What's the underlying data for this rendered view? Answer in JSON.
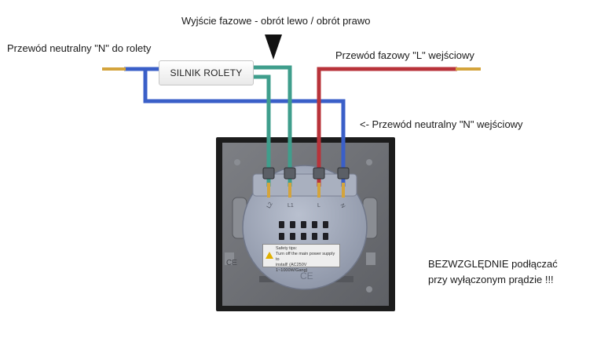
{
  "labels": {
    "phase_output": "Wyjście fazowe - obrót lewo / obrót prawo",
    "neutral_to_blind": "Przewód neutralny \"N\" do rolety",
    "phase_input": "Przewód fazowy \"L\" wejściowy",
    "neutral_input": "<- Przewód neutralny \"N\" wejściowy",
    "motor": "SILNIK ROLETY",
    "warning_line1": "BEZWZGLĘDNIE podłączać",
    "warning_line2": "przy wyłączonym prądzie !!!"
  },
  "safety": {
    "title": "Safety tips:",
    "line1": "Turn off the main power supply to",
    "line2": "install! (AC250V 1~1000W/Gang)"
  },
  "terminals": [
    "L2",
    "L1",
    "L",
    "N"
  ],
  "colors": {
    "neutral_wire": "#3a5fc8",
    "phase_input_wire": "#b8333a",
    "output_wires": "#3f9e8c",
    "copper": "#d4a43c",
    "switch_frame": "#1c1c1c",
    "switch_body": "#9aa2b3"
  }
}
